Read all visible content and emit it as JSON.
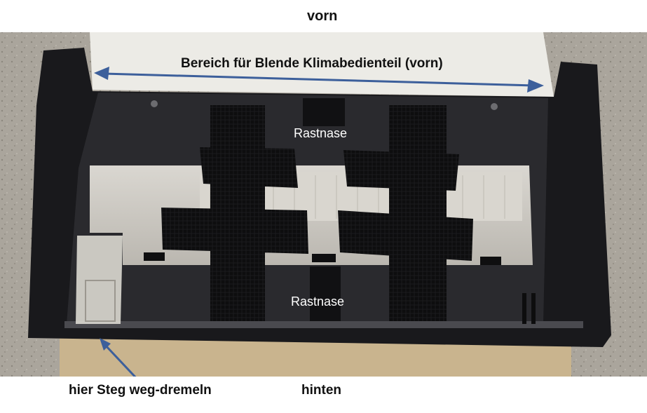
{
  "labels": {
    "top": "vorn",
    "bottom": "hinten",
    "area": "Bereich für Blende Klimabedienteil (vorn)",
    "latch_upper": "Rastnase",
    "latch_lower": "Rastnase",
    "callout": "hier Steg weg-dremeln"
  },
  "colors": {
    "arrow": "#3c5f9b",
    "latch_text": "#ffffff",
    "background_concrete": "#a9a49b",
    "panel_black": "#18181b",
    "tape_black": "#0c0c0d",
    "cardboard": "#c9b590",
    "paper_white": "#ecebe6"
  }
}
